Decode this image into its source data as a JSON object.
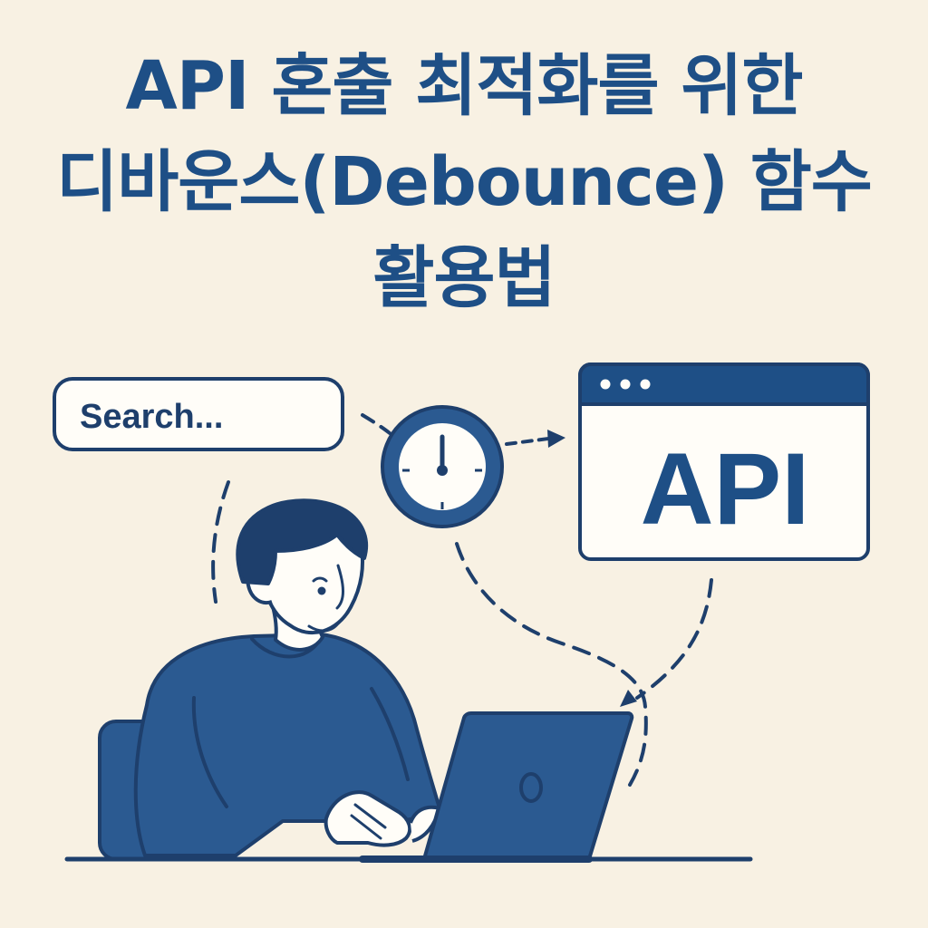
{
  "title": {
    "line1": "API 혼출 최적화를 위한",
    "line2": "디바운스(Debounce) 함수",
    "line3": "활용법"
  },
  "search": {
    "text": "Search..."
  },
  "api_window": {
    "label": "API"
  },
  "colors": {
    "background": "#f8f1e3",
    "navy": "#1e3f6c",
    "blue": "#2b5a91",
    "skin": "#ffffff"
  },
  "icons": {
    "timer": "stopwatch-icon",
    "browser": "browser-window-icon",
    "laptop": "laptop-icon"
  }
}
